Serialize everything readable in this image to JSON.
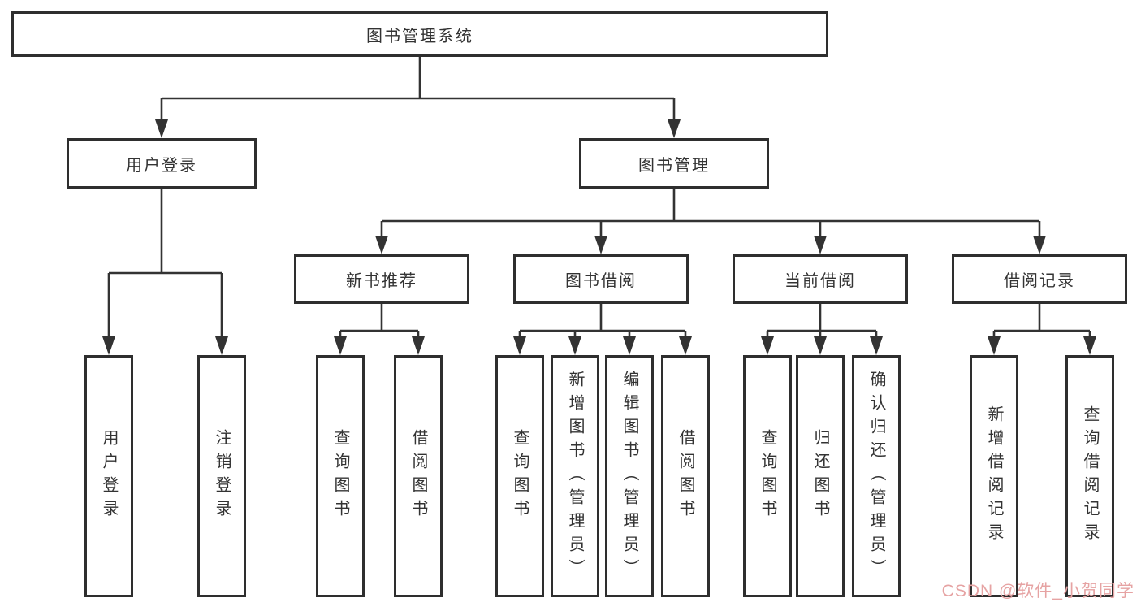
{
  "diagram": {
    "title": "图书管理系统",
    "root": {
      "label": "图书管理系统"
    },
    "level2": [
      {
        "id": "user-login",
        "label": "用户登录"
      },
      {
        "id": "book-management",
        "label": "图书管理"
      }
    ],
    "level3": [
      {
        "id": "new-book-recommend",
        "label": "新书推荐"
      },
      {
        "id": "book-borrow",
        "label": "图书借阅"
      },
      {
        "id": "current-borrow",
        "label": "当前借阅"
      },
      {
        "id": "borrow-records",
        "label": "借阅记录"
      }
    ],
    "leaves": [
      {
        "id": "user-login-leaf",
        "label": "用户登录",
        "parent": "用户登录"
      },
      {
        "id": "logout",
        "label": "注销登录",
        "parent": "用户登录"
      },
      {
        "id": "query-books-1",
        "label": "查询图书",
        "parent": "新书推荐"
      },
      {
        "id": "borrow-books-1",
        "label": "借阅图书",
        "parent": "新书推荐"
      },
      {
        "id": "query-books-2",
        "label": "查询图书",
        "parent": "图书借阅"
      },
      {
        "id": "add-books-admin",
        "label": "新增图书（管理员）",
        "parent": "图书借阅"
      },
      {
        "id": "edit-books-admin",
        "label": "编辑图书（管理员）",
        "parent": "图书借阅"
      },
      {
        "id": "borrow-books-2",
        "label": "借阅图书",
        "parent": "图书借阅"
      },
      {
        "id": "query-books-3",
        "label": "查询图书",
        "parent": "当前借阅"
      },
      {
        "id": "return-books",
        "label": "归还图书",
        "parent": "当前借阅"
      },
      {
        "id": "confirm-return-admin",
        "label": "确认归还（管理员）",
        "parent": "当前借阅"
      },
      {
        "id": "add-borrow-record",
        "label": "新增借阅记录",
        "parent": "借阅记录"
      },
      {
        "id": "query-borrow-record",
        "label": "查询借阅记录",
        "parent": "借阅记录"
      }
    ]
  },
  "watermark": {
    "text": "CSDN @软件_小贺同学",
    "color": "#e6a3a3"
  },
  "colors": {
    "line": "#333333",
    "box_border": "#2e2e2e",
    "text": "#333333",
    "background": "#ffffff"
  }
}
